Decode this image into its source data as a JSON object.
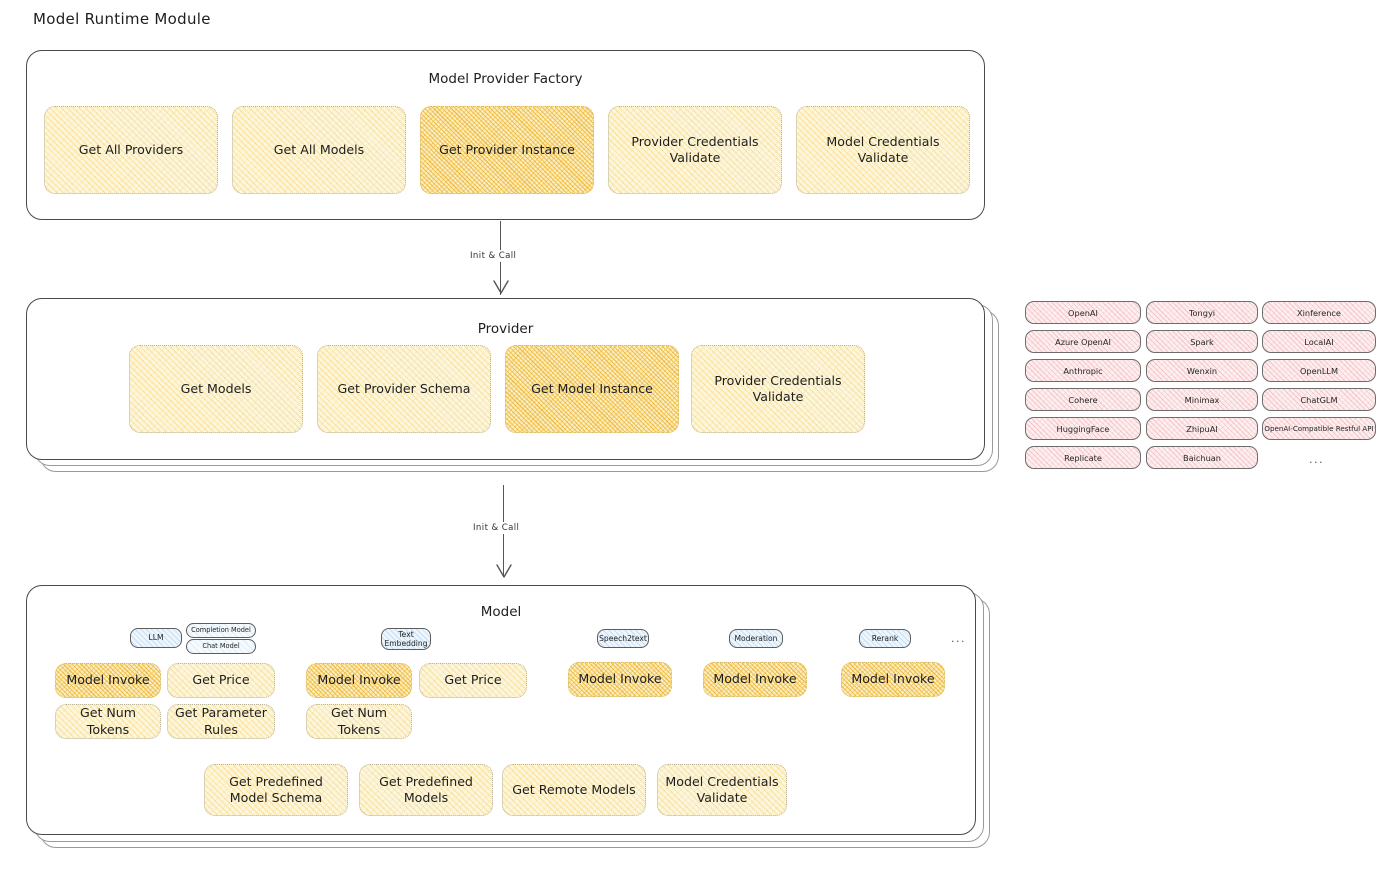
{
  "page": {
    "title": "Model Runtime Module"
  },
  "factory": {
    "title": "Model Provider Factory",
    "items": [
      {
        "label": "Get All Providers",
        "highlighted": false
      },
      {
        "label": "Get All Models",
        "highlighted": false
      },
      {
        "label": "Get Provider Instance",
        "highlighted": true
      },
      {
        "label": "Provider Credentials Validate",
        "highlighted": false
      },
      {
        "label": "Model Credentials Validate",
        "highlighted": false
      }
    ]
  },
  "arrow1": {
    "label": "Init & Call"
  },
  "provider": {
    "title": "Provider",
    "items": [
      {
        "label": "Get Models",
        "highlighted": false
      },
      {
        "label": "Get Provider Schema",
        "highlighted": false
      },
      {
        "label": "Get Model Instance",
        "highlighted": true
      },
      {
        "label": "Provider Credentials Validate",
        "highlighted": false
      }
    ]
  },
  "arrow2": {
    "label": "Init & Call"
  },
  "provider_list": {
    "column1": [
      "OpenAI",
      "Azure OpenAI",
      "Anthropic",
      "Cohere",
      "HuggingFace",
      "Replicate"
    ],
    "column2": [
      "Tongyi",
      "Spark",
      "Wenxin",
      "Minimax",
      "ZhipuAI",
      "Baichuan"
    ],
    "column3": [
      "Xinference",
      "LocalAI",
      "OpenLLM",
      "ChatGLM",
      "OpenAI-Compatible Restful API"
    ],
    "more": "..."
  },
  "model": {
    "title": "Model",
    "more": "...",
    "types": [
      {
        "name": "LLM",
        "subtags": [
          "Completion Model",
          "Chat Model"
        ],
        "methods": [
          {
            "label": "Model Invoke",
            "highlighted": true
          },
          {
            "label": "Get Price",
            "highlighted": false
          },
          {
            "label": "Get Num Tokens",
            "highlighted": false
          },
          {
            "label": "Get Parameter Rules",
            "highlighted": false
          }
        ]
      },
      {
        "name": "Text Embedding",
        "subtags": [],
        "methods": [
          {
            "label": "Model Invoke",
            "highlighted": true
          },
          {
            "label": "Get Price",
            "highlighted": false
          },
          {
            "label": "Get Num Tokens",
            "highlighted": false
          }
        ]
      },
      {
        "name": "Speech2text",
        "subtags": [],
        "methods": [
          {
            "label": "Model Invoke",
            "highlighted": false
          }
        ]
      },
      {
        "name": "Moderation",
        "subtags": [],
        "methods": [
          {
            "label": "Model Invoke",
            "highlighted": false
          }
        ]
      },
      {
        "name": "Rerank",
        "subtags": [],
        "methods": [
          {
            "label": "Model Invoke",
            "highlighted": false
          }
        ]
      }
    ],
    "common_methods": [
      "Get Predefined Model Schema",
      "Get Predefined Models",
      "Get Remote Models",
      "Model Credentials Validate"
    ]
  },
  "colors": {
    "accent_yellow": "#fdf6dd",
    "accent_yellow_strong": "#fceec4",
    "provider_pink": "#fdeff0",
    "model_type_blue": "#eef6fd",
    "stroke": "#3a3a3a"
  }
}
